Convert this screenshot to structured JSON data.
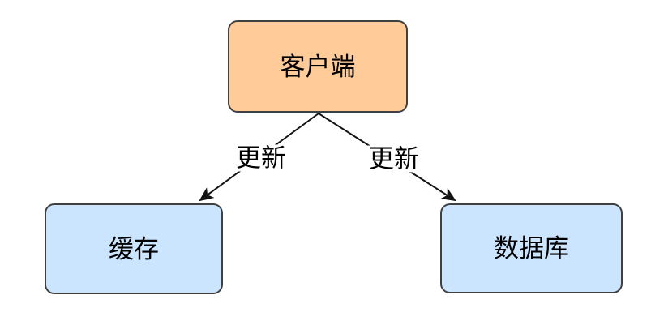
{
  "diagram": {
    "background": "#ffffff",
    "nodes": [
      {
        "id": "client",
        "label": "客户端",
        "fill": "#FFCC99",
        "border": "#404040",
        "text_color": "#000000"
      },
      {
        "id": "cache",
        "label": "缓存",
        "fill": "#CCE5FF",
        "border": "#404040",
        "text_color": "#000000"
      },
      {
        "id": "database",
        "label": "数据库",
        "fill": "#CCE5FF",
        "border": "#404040",
        "text_color": "#000000"
      }
    ],
    "edges": [
      {
        "from": "client",
        "to": "cache",
        "label": "更新",
        "color": "#141414",
        "arrowhead": "filled"
      },
      {
        "from": "client",
        "to": "database",
        "label": "更新",
        "color": "#141414",
        "arrowhead": "filled"
      }
    ]
  }
}
